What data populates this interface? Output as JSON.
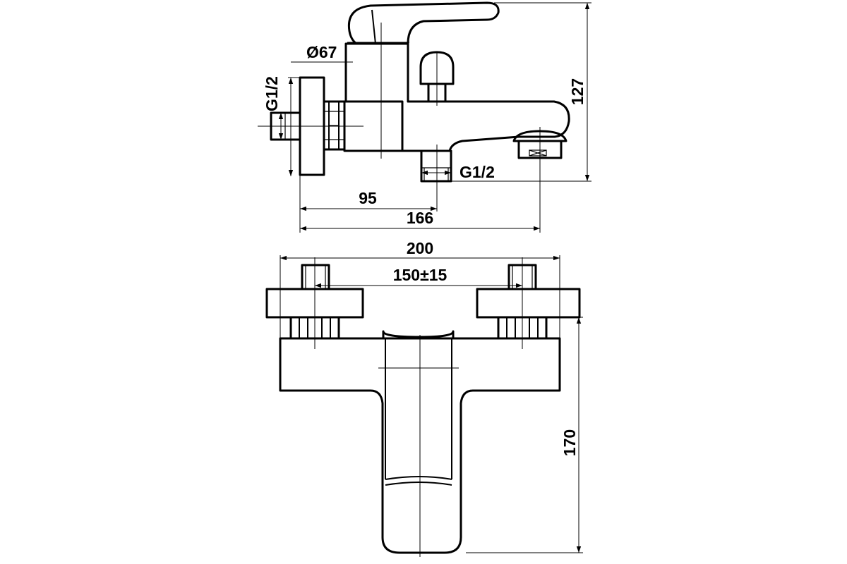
{
  "side_view": {
    "labels": {
      "diameter": "Ø67",
      "inlet_thread": "G1/2",
      "outlet_thread": "G1/2",
      "height": "127",
      "dim_95": "95",
      "dim_166": "166"
    }
  },
  "front_view": {
    "labels": {
      "width": "200",
      "spacing": "150±15",
      "depth": "170"
    }
  }
}
